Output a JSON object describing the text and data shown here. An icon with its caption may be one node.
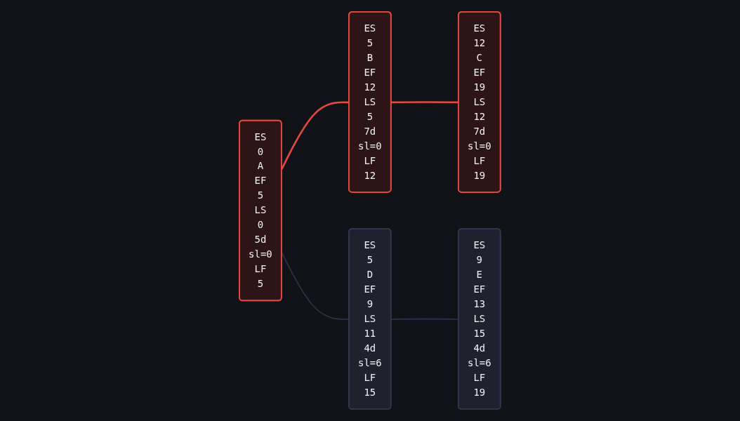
{
  "diagram": {
    "nodes": [
      {
        "text": [
          "ES",
          "0",
          "A",
          "EF",
          "5",
          "LS",
          "0",
          "5d",
          "sl=0",
          "LF",
          "5"
        ]
      },
      {
        "text": [
          "ES",
          "5",
          "B",
          "EF",
          "12",
          "LS",
          "5",
          "7d",
          "sl=0",
          "LF",
          "12"
        ]
      },
      {
        "text": [
          "ES",
          "12",
          "C",
          "EF",
          "19",
          "LS",
          "12",
          "7d",
          "sl=0",
          "LF",
          "19"
        ]
      },
      {
        "text": [
          "ES",
          "5",
          "D",
          "EF",
          "9",
          "LS",
          "11",
          "4d",
          "sl=6",
          "LF",
          "15"
        ]
      },
      {
        "text": [
          "ES",
          "9",
          "E",
          "EF",
          "13",
          "LS",
          "15",
          "4d",
          "sl=6",
          "LF",
          "19"
        ]
      }
    ],
    "edges": [
      {
        "from": 0,
        "to": 1,
        "arrow": "none",
        "color": "#e5483f"
      },
      {
        "from": 0,
        "to": 3,
        "arrow": "none",
        "color": "#2e2f4a"
      },
      {
        "from": 1,
        "to": 2,
        "arrow": "none",
        "color": "#e5483f"
      },
      {
        "from": 3,
        "to": 4,
        "arrow": "none",
        "color": "#2e2f4a"
      }
    ]
  }
}
